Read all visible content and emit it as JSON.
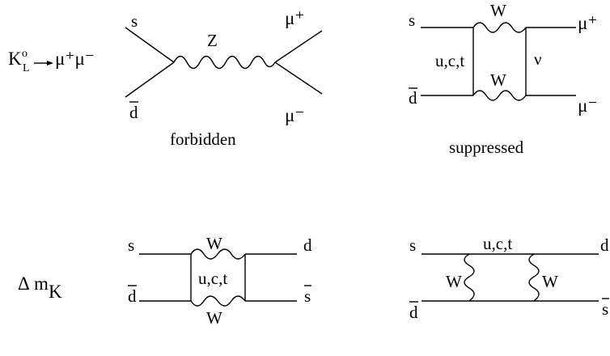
{
  "process_label": {
    "K": "K",
    "sup": "o",
    "sub": "L",
    "arrow": "→",
    "products": "μ⁺μ⁻"
  },
  "delta_m_label": {
    "delta": "Δ",
    "m": "m",
    "sub": "K"
  },
  "diagram_forbidden": {
    "quark_top": "s",
    "quark_bottom": "d",
    "boson": "Z",
    "lepton_top": "μ⁺",
    "lepton_bottom": "μ⁻",
    "caption": "forbidden"
  },
  "diagram_suppressed": {
    "quark_top": "s",
    "quark_bottom": "d",
    "boson_top": "W",
    "boson_bottom": "W",
    "internal_quark": "u,c,t",
    "neutrino": "ν",
    "lepton_top": "μ⁺",
    "lepton_bottom": "μ⁻",
    "caption": "suppressed"
  },
  "diagram_box_vertical": {
    "in_top": "s",
    "in_bottom": "d",
    "out_top": "d",
    "out_bottom": "s",
    "boson_top": "W",
    "boson_bottom": "W",
    "internal_quark": "u,c,t"
  },
  "diagram_box_horizontal": {
    "in_top": "s",
    "in_bottom": "d",
    "out_top": "d",
    "out_bottom": "s",
    "internal_quark": "u,c,t",
    "boson_left": "W",
    "boson_right": "W"
  }
}
